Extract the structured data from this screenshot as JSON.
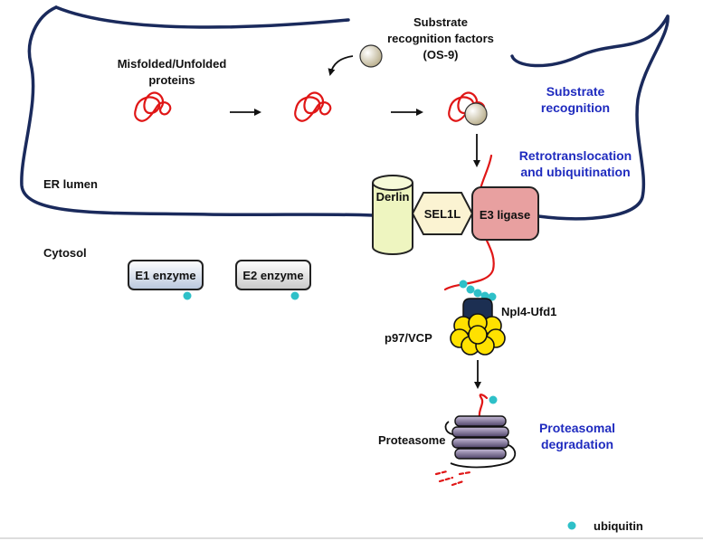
{
  "labels": {
    "substrate_factors_l1": "Substrate",
    "substrate_factors_l2": "recognition factors",
    "substrate_factors_l3": "(OS-9)",
    "misfolded_l1": "Misfolded/Unfolded",
    "misfolded_l2": "proteins",
    "step1_l1": "Substrate",
    "step1_l2": "recognition",
    "step2_l1": "Retrotranslocation",
    "step2_l2": "and ubiquitination",
    "er_lumen": "ER lumen",
    "cytosol": "Cytosol",
    "derlin": "Derlin",
    "sel1l": "SEL1L",
    "e3": "E3 ligase",
    "e1": "E1 enzyme",
    "e2": "E2 enzyme",
    "npl4": "Npl4-Ufd1",
    "p97": "p97/VCP",
    "proteasome": "Proteasome",
    "step3_l1": "Proteasomal",
    "step3_l2": "degradation",
    "legend_ubiquitin": "ubiquitin"
  },
  "colors": {
    "membrane": "#1a2a5c",
    "protein": "#e01616",
    "ubiquitin": "#2ec0c8",
    "step_text": "#1f2bbf",
    "derlin": "#eef5c0",
    "sel1l": "#fbf3d2",
    "e3": "#e8a0a0",
    "npl4": "#1c2f52",
    "p97": "#ffe100",
    "proteasome": "#7a6a96"
  }
}
